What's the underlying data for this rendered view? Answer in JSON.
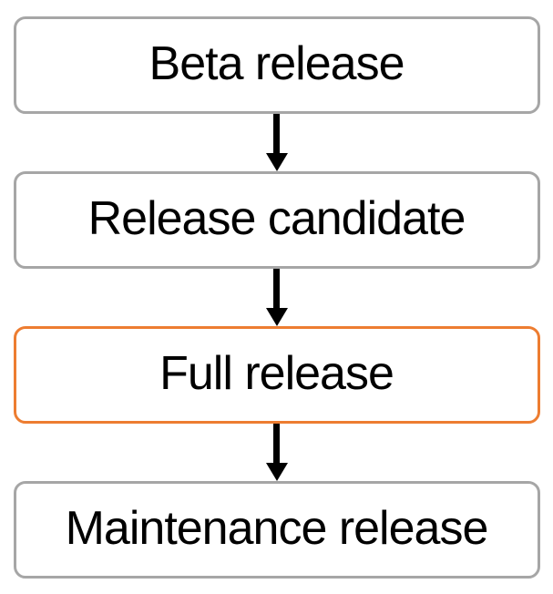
{
  "diagram": {
    "type": "flowchart",
    "direction": "top-to-bottom",
    "nodes": [
      {
        "id": "beta-release",
        "label": "Beta release",
        "highlighted": false
      },
      {
        "id": "release-candidate",
        "label": "Release candidate",
        "highlighted": false
      },
      {
        "id": "full-release",
        "label": "Full release",
        "highlighted": true
      },
      {
        "id": "maintenance-release",
        "label": "Maintenance release",
        "highlighted": false
      }
    ],
    "connections": [
      {
        "from": "beta-release",
        "to": "release-candidate",
        "style": "arrow-down"
      },
      {
        "from": "release-candidate",
        "to": "full-release",
        "style": "arrow-down"
      },
      {
        "from": "full-release",
        "to": "maintenance-release",
        "style": "arrow-down"
      }
    ],
    "colors": {
      "background": "#FFFFFF",
      "node_border": "#A6A6A6",
      "highlight_border": "#ED7D31",
      "node_fill": "#FFFFFF",
      "arrow": "#000000",
      "text": "#000000"
    }
  }
}
